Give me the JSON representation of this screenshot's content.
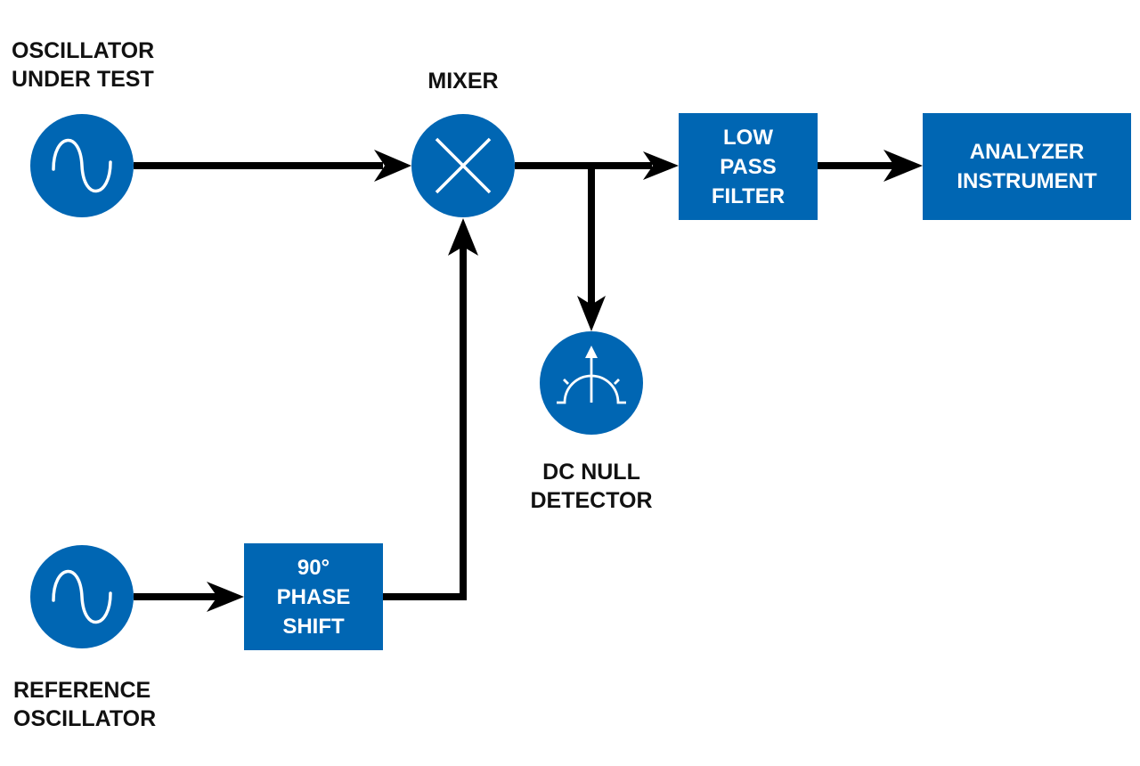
{
  "colors": {
    "block_fill": "#0066b3",
    "block_text": "#ffffff",
    "arrow": "#000000",
    "label_text": "#111111",
    "background": "#ffffff"
  },
  "nodes": {
    "oscillator_under_test": {
      "label": [
        "OSCILLATOR",
        "UNDER TEST"
      ],
      "icon": "sine-wave-icon"
    },
    "mixer": {
      "label": [
        "MIXER"
      ],
      "icon": "multiply-x-icon"
    },
    "low_pass_filter": {
      "label": [
        "LOW",
        "PASS",
        "FILTER"
      ]
    },
    "analyzer_instrument": {
      "label": [
        "ANALYZER",
        "INSTRUMENT"
      ]
    },
    "dc_null_detector": {
      "label": [
        "DC NULL",
        "DETECTOR"
      ],
      "icon": "meter-gauge-icon"
    },
    "reference_oscillator": {
      "label": [
        "REFERENCE",
        "OSCILLATOR"
      ],
      "icon": "sine-wave-icon"
    },
    "phase_shift": {
      "label": [
        "90°",
        "PHASE",
        "SHIFT"
      ]
    }
  },
  "connections": [
    {
      "from": "oscillator_under_test",
      "to": "mixer"
    },
    {
      "from": "mixer",
      "to": "low_pass_filter"
    },
    {
      "from": "mixer",
      "to": "dc_null_detector"
    },
    {
      "from": "low_pass_filter",
      "to": "analyzer_instrument"
    },
    {
      "from": "reference_oscillator",
      "to": "phase_shift"
    },
    {
      "from": "phase_shift",
      "to": "mixer"
    }
  ]
}
